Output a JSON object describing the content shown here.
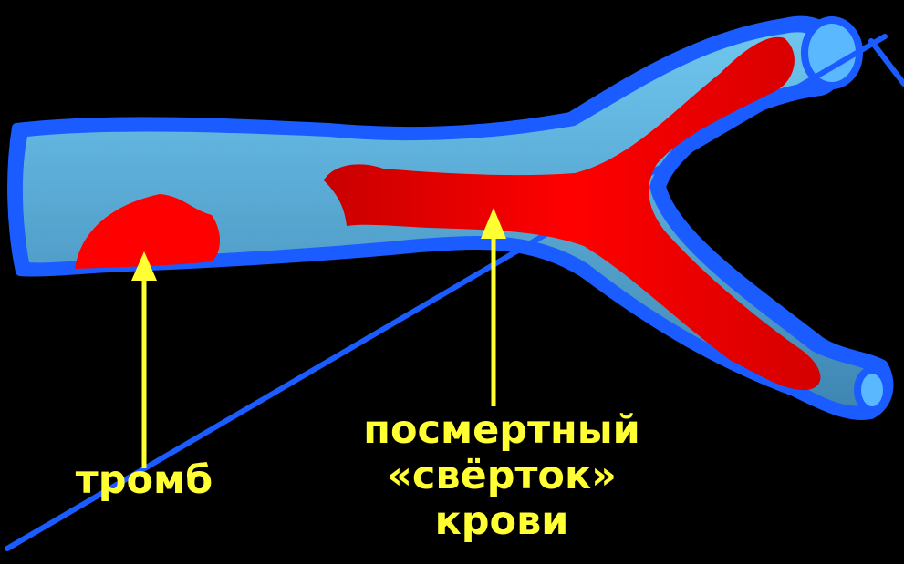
{
  "labels": {
    "thrombus": "тромб",
    "clot_line1": "посмертный",
    "clot_line2": "«свёрток»",
    "clot_line3": "крови"
  },
  "colors": {
    "background": "#000000",
    "vessel_fill": "#6ec6ee",
    "vessel_outline": "#1a5cff",
    "blood": "#ff0000",
    "arrow_and_text": "#ffff33"
  }
}
